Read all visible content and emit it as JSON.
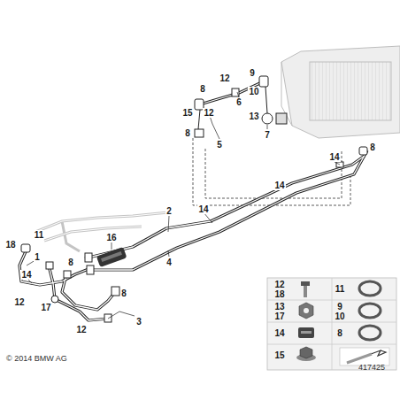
{
  "diagram": {
    "labels": [
      "12",
      "9",
      "6",
      "8",
      "10",
      "15",
      "12",
      "13",
      "7",
      "8",
      "5",
      "8",
      "14",
      "2",
      "14",
      "14",
      "16",
      "4",
      "18",
      "11",
      "1",
      "14",
      "8",
      "12",
      "17",
      "8",
      "3",
      "12",
      "© 2014 BMW AG",
      "417425",
      "12",
      "18",
      "11",
      "13",
      "17",
      "9",
      "10",
      "14",
      "8",
      "15"
    ]
  }
}
